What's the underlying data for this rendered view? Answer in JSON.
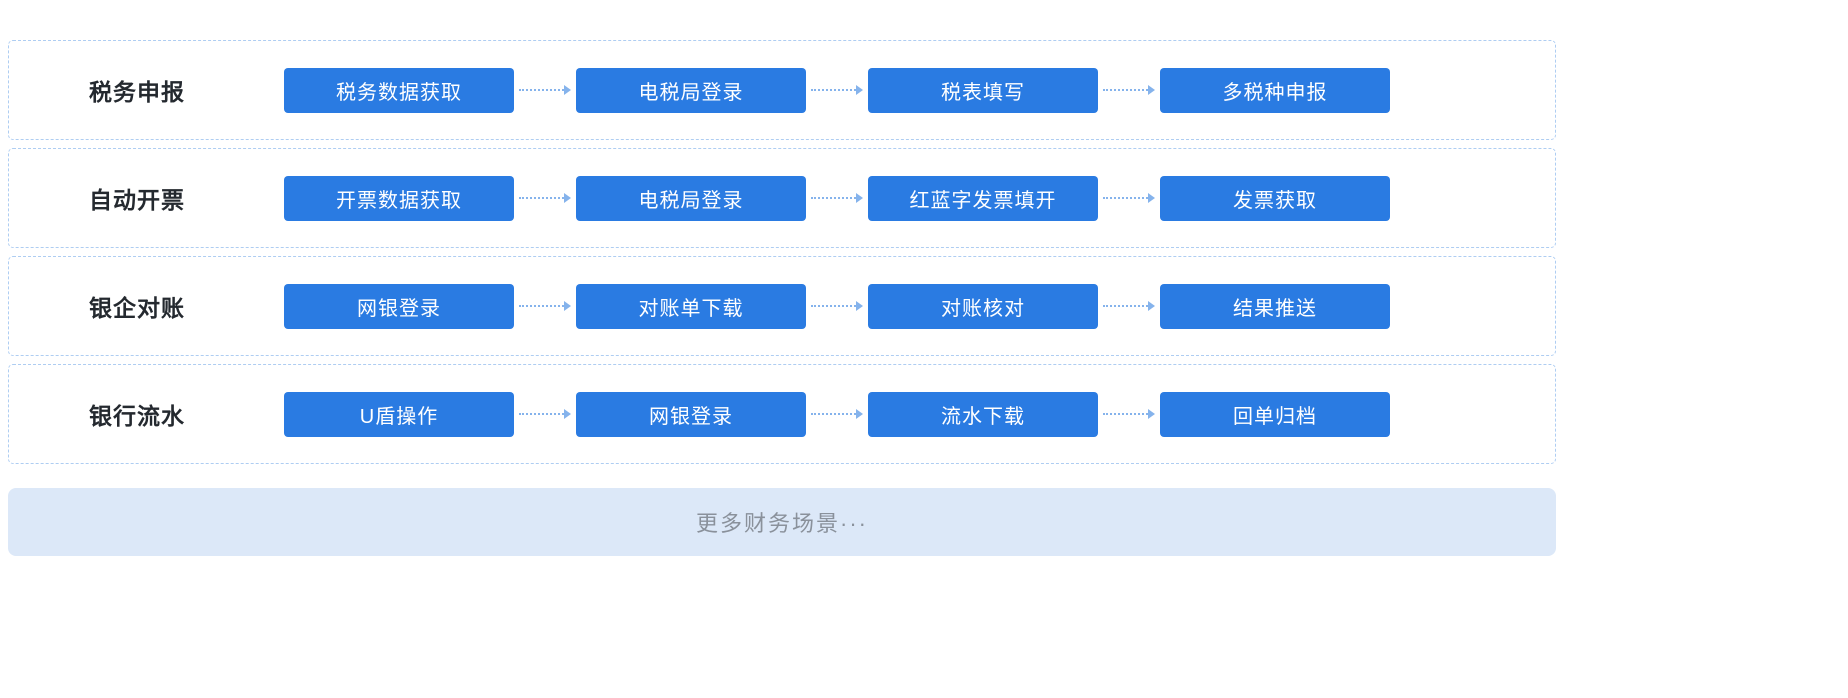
{
  "rows": [
    {
      "label": "税务申报",
      "steps": [
        "税务数据获取",
        "电税局登录",
        "税表填写",
        "多税种申报"
      ]
    },
    {
      "label": "自动开票",
      "steps": [
        "开票数据获取",
        "电税局登录",
        "红蓝字发票填开",
        "发票获取"
      ]
    },
    {
      "label": "银企对账",
      "steps": [
        "网银登录",
        "对账单下载",
        "对账核对",
        "结果推送"
      ]
    },
    {
      "label": "银行流水",
      "steps": [
        "U盾操作",
        "网银登录",
        "流水下载",
        "回单归档"
      ]
    }
  ],
  "footer": {
    "label": "更多财务场景···"
  },
  "colors": {
    "button": "#2a7be2",
    "dashed_border": "#aecdf2",
    "arrow": "#85b3ec",
    "footer_bg": "#dce8f8",
    "footer_text": "#8a919b",
    "label_text": "#24292f"
  }
}
